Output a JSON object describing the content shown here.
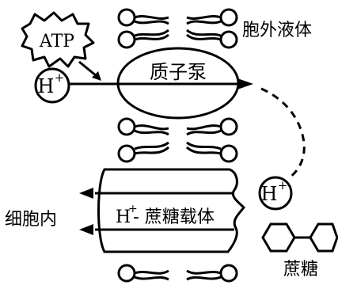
{
  "labels": {
    "extracellular": "胞外液体",
    "intracellular": "细胞内",
    "proton_pump": "质子泵",
    "atp": "ATP",
    "proton_left": "H",
    "proton_right": "H",
    "proton_superscript": "+",
    "symporter_h": "H",
    "symporter_sup": "+",
    "symporter_rest": "- 蔗糖载体",
    "sucrose": "蔗糖"
  },
  "colors": {
    "ink": "#000000",
    "background": "#ffffff"
  }
}
